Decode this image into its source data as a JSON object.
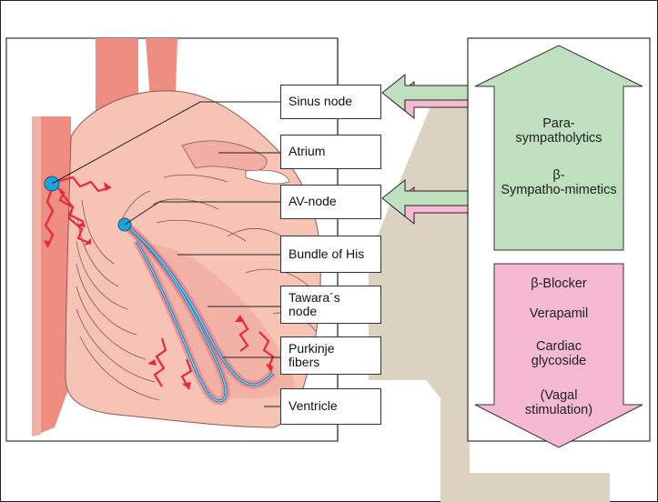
{
  "labels": {
    "sinus_node": "Sinus node",
    "atrium": "Atrium",
    "av_node": "AV-node",
    "bundle_of_his": "Bundle of His",
    "tawara_node": "Tawara´s node",
    "purkinje_fibers": "Purkinje fibers",
    "ventricle": "Ventricle"
  },
  "increase_box": {
    "drug1": "Para-sympatholytics",
    "drug2": "β-Sympatho-mimetics"
  },
  "decrease_box": {
    "drug1": "β-Blocker",
    "drug2": "Verapamil",
    "drug3": "Cardiac glycoside",
    "drug4": "(Vagal stimulation)"
  },
  "colors": {
    "increase_green": "#bfe0bf",
    "decrease_pink": "#f5b9d4",
    "heart_fill": "#f6c3b5",
    "vessel_fill": "#ee8d80",
    "node_blue": "#1aa3dc",
    "beige_band": "#dcd2c0",
    "excitation_red": "#e8283a"
  }
}
